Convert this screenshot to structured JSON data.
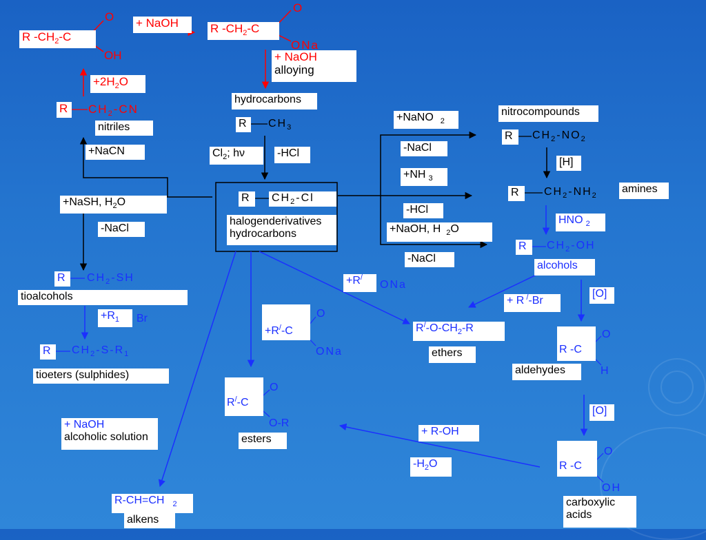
{
  "colors": {
    "red": "#ff0000",
    "blue": "#1b2fff",
    "black": "#000000",
    "box": "#ffffff"
  },
  "labels": {
    "acid_left": "R -CH",
    "acid_left_sub": "2",
    "acid_left_c": "-C",
    "acid_left_o": "O",
    "acid_left_oh": "OH",
    "naoh_top": "+ NaOH",
    "salt_top": "R -CH",
    "salt_top_sub": "2",
    "salt_top_c": "-C",
    "salt_top_o": "O",
    "salt_top_ona": "ONa",
    "naoh_alloying_1": "+ NaOH",
    "naoh_alloying_2": "alloying",
    "hydrocarbons": "hydrocarbons",
    "hydro_r": "R",
    "hydro_ch": "CH",
    "hydro_sub": "3",
    "cl2": "Cl",
    "cl2_sub": "2",
    "cl2_rest": "; h",
    "cl2_nu": "ν",
    "hcl_top": "-HCl",
    "h2o_plus": "+2H",
    "h2o_plus_sub": "2",
    "h2o_plus_o": "O",
    "nitrile_r": "R",
    "nitrile_ch": "CH",
    "nitrile_sub": "2",
    "nitrile_cn": "-CN",
    "nitriles": "nitriles",
    "nacn": "+NaCN",
    "nash": "+NaSH, H",
    "nash_sub": "2",
    "nash_o": "O",
    "nacl_left": "-NaCl",
    "center_r": "R",
    "center_ch": "CH",
    "center_sub": "2",
    "center_cl": "-Cl",
    "halogen_1": "halogenderivatives",
    "halogen_2": "hydrocarbons",
    "thio_r": "R",
    "thio_ch": "CH",
    "thio_sub": "2",
    "thio_sh": "-SH",
    "tioalcohols": "tioalcohols",
    "r1br_plus": "+R",
    "r1br_sub": "1",
    "r1br_br": "Br",
    "tioeth_r": "R",
    "tioeth_ch": "CH",
    "tioeth_sub": "2",
    "tioeth_s": "-S-R",
    "tioeth_sub2": "1",
    "tioeters": "tioeters (sulphides)",
    "alc_naoh_1": "+ NaOH",
    "alc_naoh_2": "alcoholic solution",
    "alkene": "R-CH=CH",
    "alkene_sub": "2",
    "alkens": "alkens",
    "ester_reag_plus": "+R",
    "ester_reag_prime": "/",
    "ester_reag_c": "-C",
    "ester_reag_o": "O",
    "ester_reag_ona": "ONa",
    "ester_r": "R",
    "ester_prime": "/",
    "ester_c": "-C",
    "ester_o": "O",
    "ester_or": "O-R",
    "esters": "esters",
    "ether_reag_plus": "+R",
    "ether_reag_prime": "/",
    "ether_reag_ona": "ONa",
    "ether_r": "R",
    "ether_prime": "/",
    "ether_rest": "-O-CH",
    "ether_sub": "2",
    "ether_end": "-R",
    "ethers": "ethers",
    "nano2": "+NaNO",
    "nano2_sub": "2",
    "nacl_mid": "-NaCl",
    "nh3": "+NH",
    "nh3_sub": "3",
    "hcl_mid": "-HCl",
    "naoh_h2o": "+NaOH, H",
    "naoh_h2o_sub": "2",
    "naoh_h2o_o": "O",
    "nacl_low": "-NaCl",
    "nitrocompounds": "nitrocompounds",
    "nitro_r": "R",
    "nitro_ch": "CH",
    "nitro_sub": "2",
    "nitro_no": "-NO",
    "nitro_sub2": "2",
    "h_reduction": "[H]",
    "amine_r": "R",
    "amine_ch": "CH",
    "amine_sub": "2",
    "amine_nh": "-NH",
    "amine_sub2": "2",
    "amines": "amines",
    "hno2": "HNO",
    "hno2_sub": "2",
    "alc_r": "R",
    "alc_ch": "CH",
    "alc_sub": "2",
    "alc_oh": "-OH",
    "alcohols": "alcohols",
    "rbr_plus": "+ R",
    "rbr_prime": "/",
    "rbr_br": "-Br",
    "ox_1": "[O]",
    "ald_rc": "R -C",
    "ald_o": "O",
    "ald_h": "H",
    "aldehydes": "aldehydes",
    "ox_2": "[O]",
    "roh": "+ R-OH",
    "h2o_minus": "-H",
    "h2o_minus_sub": "2",
    "h2o_minus_o": "O",
    "acid_rc": "R -C",
    "acid_o": "O",
    "acid_oh": "OH",
    "carboxylic_1": "carboxylic",
    "carboxylic_2": "acids"
  }
}
